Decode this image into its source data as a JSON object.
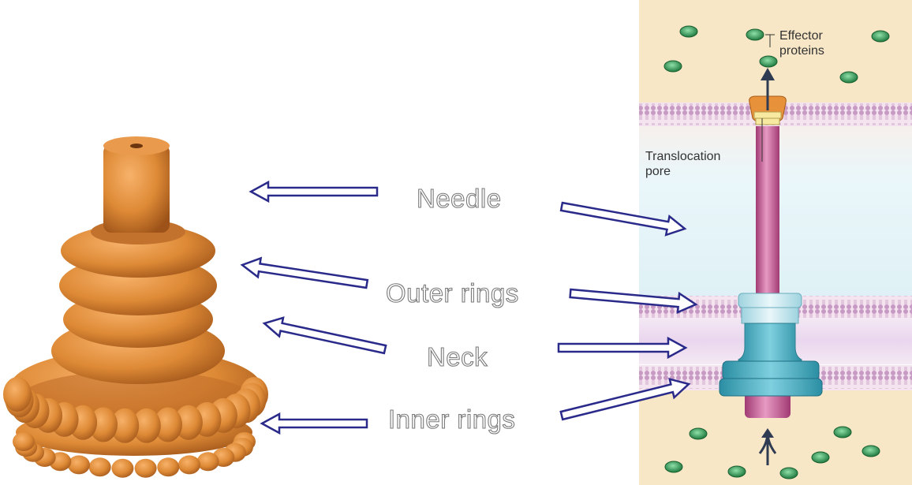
{
  "labels": {
    "needle": "Needle",
    "outer_rings": "Outer rings",
    "neck": "Neck",
    "inner_rings": "Inner rings"
  },
  "schematic": {
    "effector_line1": "Effector",
    "effector_line2": "proteins",
    "translocation_line1": "Translocation",
    "translocation_line2": "pore"
  },
  "colors": {
    "arrow_outline": "#2a2a8a",
    "model_orange": "#d9832e",
    "needle_pink": "#c7508f",
    "ring_teal": "#3aa3b8",
    "effector_green": "#2f8f4f",
    "membrane": "#cfa6c8",
    "host_cytoplasm": "#f7e7c6"
  }
}
